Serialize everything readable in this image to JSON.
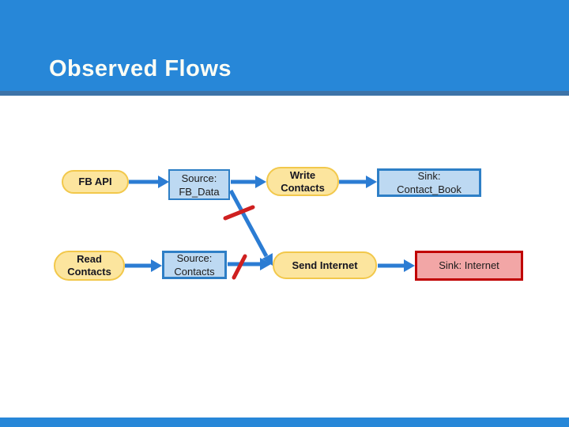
{
  "slide": {
    "title": "Observed Flows"
  },
  "colors": {
    "header_bg": "#2787D8",
    "header_accent": "#3D73A8",
    "footer_bg": "#2787D8",
    "process_fill": "#FCE59E",
    "process_border": "#F2C84B",
    "data_fill": "#BDD9F2",
    "data_border": "#2E7FC6",
    "alert_sink_fill": "#F2A6A6",
    "alert_sink_border": "#C00000",
    "arrow": "#2B7CD3",
    "blocked_slash": "#CF2020"
  },
  "diagram": {
    "nodes": {
      "fb_api": {
        "label": "FB API"
      },
      "source_fb_data": {
        "line1": "Source:",
        "line2": "FB_Data"
      },
      "write_contacts": {
        "line1": "Write",
        "line2": "Contacts"
      },
      "sink_contact_book": {
        "line1": "Sink:",
        "line2": "Contact_Book"
      },
      "read_contacts": {
        "line1": "Read",
        "line2": "Contacts"
      },
      "source_contacts": {
        "line1": "Source:",
        "line2": "Contacts"
      },
      "send_internet": {
        "label": "Send Internet"
      },
      "sink_internet": {
        "label": "Sink: Internet"
      }
    },
    "edges": [
      {
        "from": "FB API",
        "to": "Source: FB_Data",
        "blocked": false
      },
      {
        "from": "Source: FB_Data",
        "to": "Write Contacts",
        "blocked": false
      },
      {
        "from": "Write Contacts",
        "to": "Sink: Contact_Book",
        "blocked": false
      },
      {
        "from": "Source: FB_Data",
        "to": "Send Internet",
        "blocked": true
      },
      {
        "from": "Read Contacts",
        "to": "Source: Contacts",
        "blocked": false
      },
      {
        "from": "Source: Contacts",
        "to": "Send Internet",
        "blocked": true
      },
      {
        "from": "Send Internet",
        "to": "Sink: Internet",
        "blocked": false
      }
    ]
  }
}
